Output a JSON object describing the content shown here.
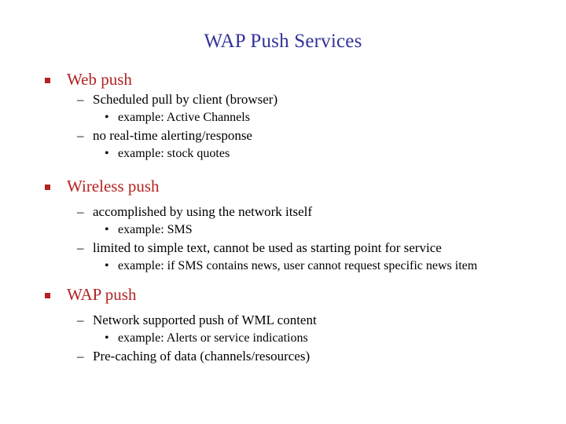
{
  "slide": {
    "title": "WAP Push Services",
    "title_color": "#333399",
    "heading_color": "#b42222",
    "body_color": "#000000",
    "background_color": "#ffffff",
    "bullets": {
      "level1_glyph": "square",
      "level2_glyph": "–",
      "level3_glyph": "•"
    },
    "sections": [
      {
        "heading": "Web push",
        "items": [
          {
            "text": "Scheduled pull by client (browser)",
            "subitems": [
              "example: Active Channels"
            ]
          },
          {
            "text": "no real-time alerting/response",
            "subitems": [
              "example: stock quotes"
            ]
          }
        ]
      },
      {
        "heading": "Wireless push",
        "items": [
          {
            "text": "accomplished by using the network itself",
            "subitems": [
              "example: SMS"
            ]
          },
          {
            "text": "limited to simple text, cannot be used as starting point for service",
            "subitems": [
              "example: if SMS contains news, user cannot request specific news item"
            ]
          }
        ]
      },
      {
        "heading": "WAP push",
        "items": [
          {
            "text": "Network supported push of WML content",
            "subitems": [
              "example: Alerts or service indications"
            ]
          },
          {
            "text": "Pre-caching of data (channels/resources)",
            "subitems": []
          }
        ]
      }
    ]
  }
}
